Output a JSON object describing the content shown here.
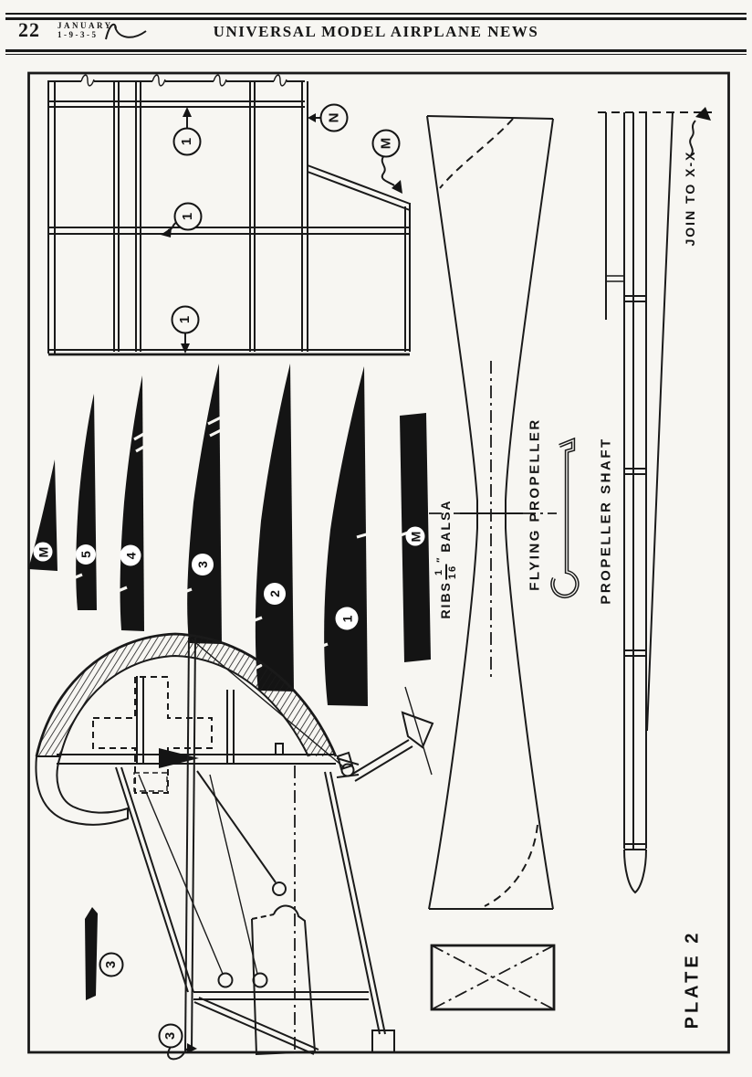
{
  "colors": {
    "ink": "#171717",
    "paper": "#f7f6f2"
  },
  "header": {
    "page_number": "22",
    "month": "JANUARY",
    "year": "1-9-3-5",
    "masthead": "UNIVERSAL MODEL AIRPLANE NEWS"
  },
  "plate": {
    "title": "PLATE 2"
  },
  "labels": {
    "join_to": "JOIN TO X-X",
    "flying_propeller": "FLYING PROPELLER",
    "propeller_shaft": "PROPELLER SHAFT",
    "ribs": {
      "prefix": "RIBS",
      "numerator": "1",
      "denominator": "16",
      "unit": "″",
      "material": "BALSA"
    }
  },
  "callouts": {
    "plan": {
      "rib1_top": "1",
      "rib1_mid": "1",
      "rib1_bottom": "1",
      "n": "N",
      "m": "M"
    },
    "ribs": {
      "m_left": "M",
      "r5": "5",
      "r4": "4",
      "r3": "3",
      "r2": "2",
      "r1": "1",
      "m_right": "M"
    },
    "fuselage": {
      "a": "3",
      "b": "3"
    }
  }
}
